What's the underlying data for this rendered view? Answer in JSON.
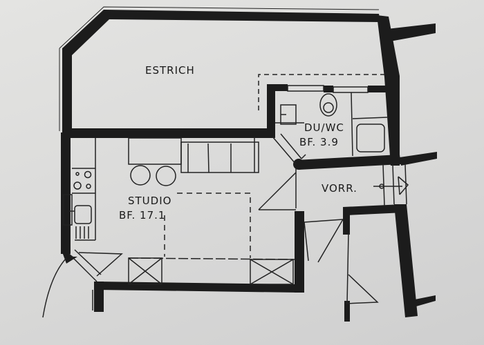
{
  "plan": {
    "type": "architectural floor plan",
    "rooms": [
      {
        "id": "estrich",
        "name": "ESTRICH",
        "area_label": ""
      },
      {
        "id": "duwc",
        "name": "DU/WC",
        "area_label": "BF. 3.9"
      },
      {
        "id": "studio",
        "name": "STUDIO",
        "area_label": "BF. 17.1"
      },
      {
        "id": "vorr",
        "name": "VORR.",
        "area_label": ""
      }
    ],
    "colors": {
      "wall": "#1c1c1c",
      "line": "#222222",
      "paper": "#dedede"
    }
  }
}
